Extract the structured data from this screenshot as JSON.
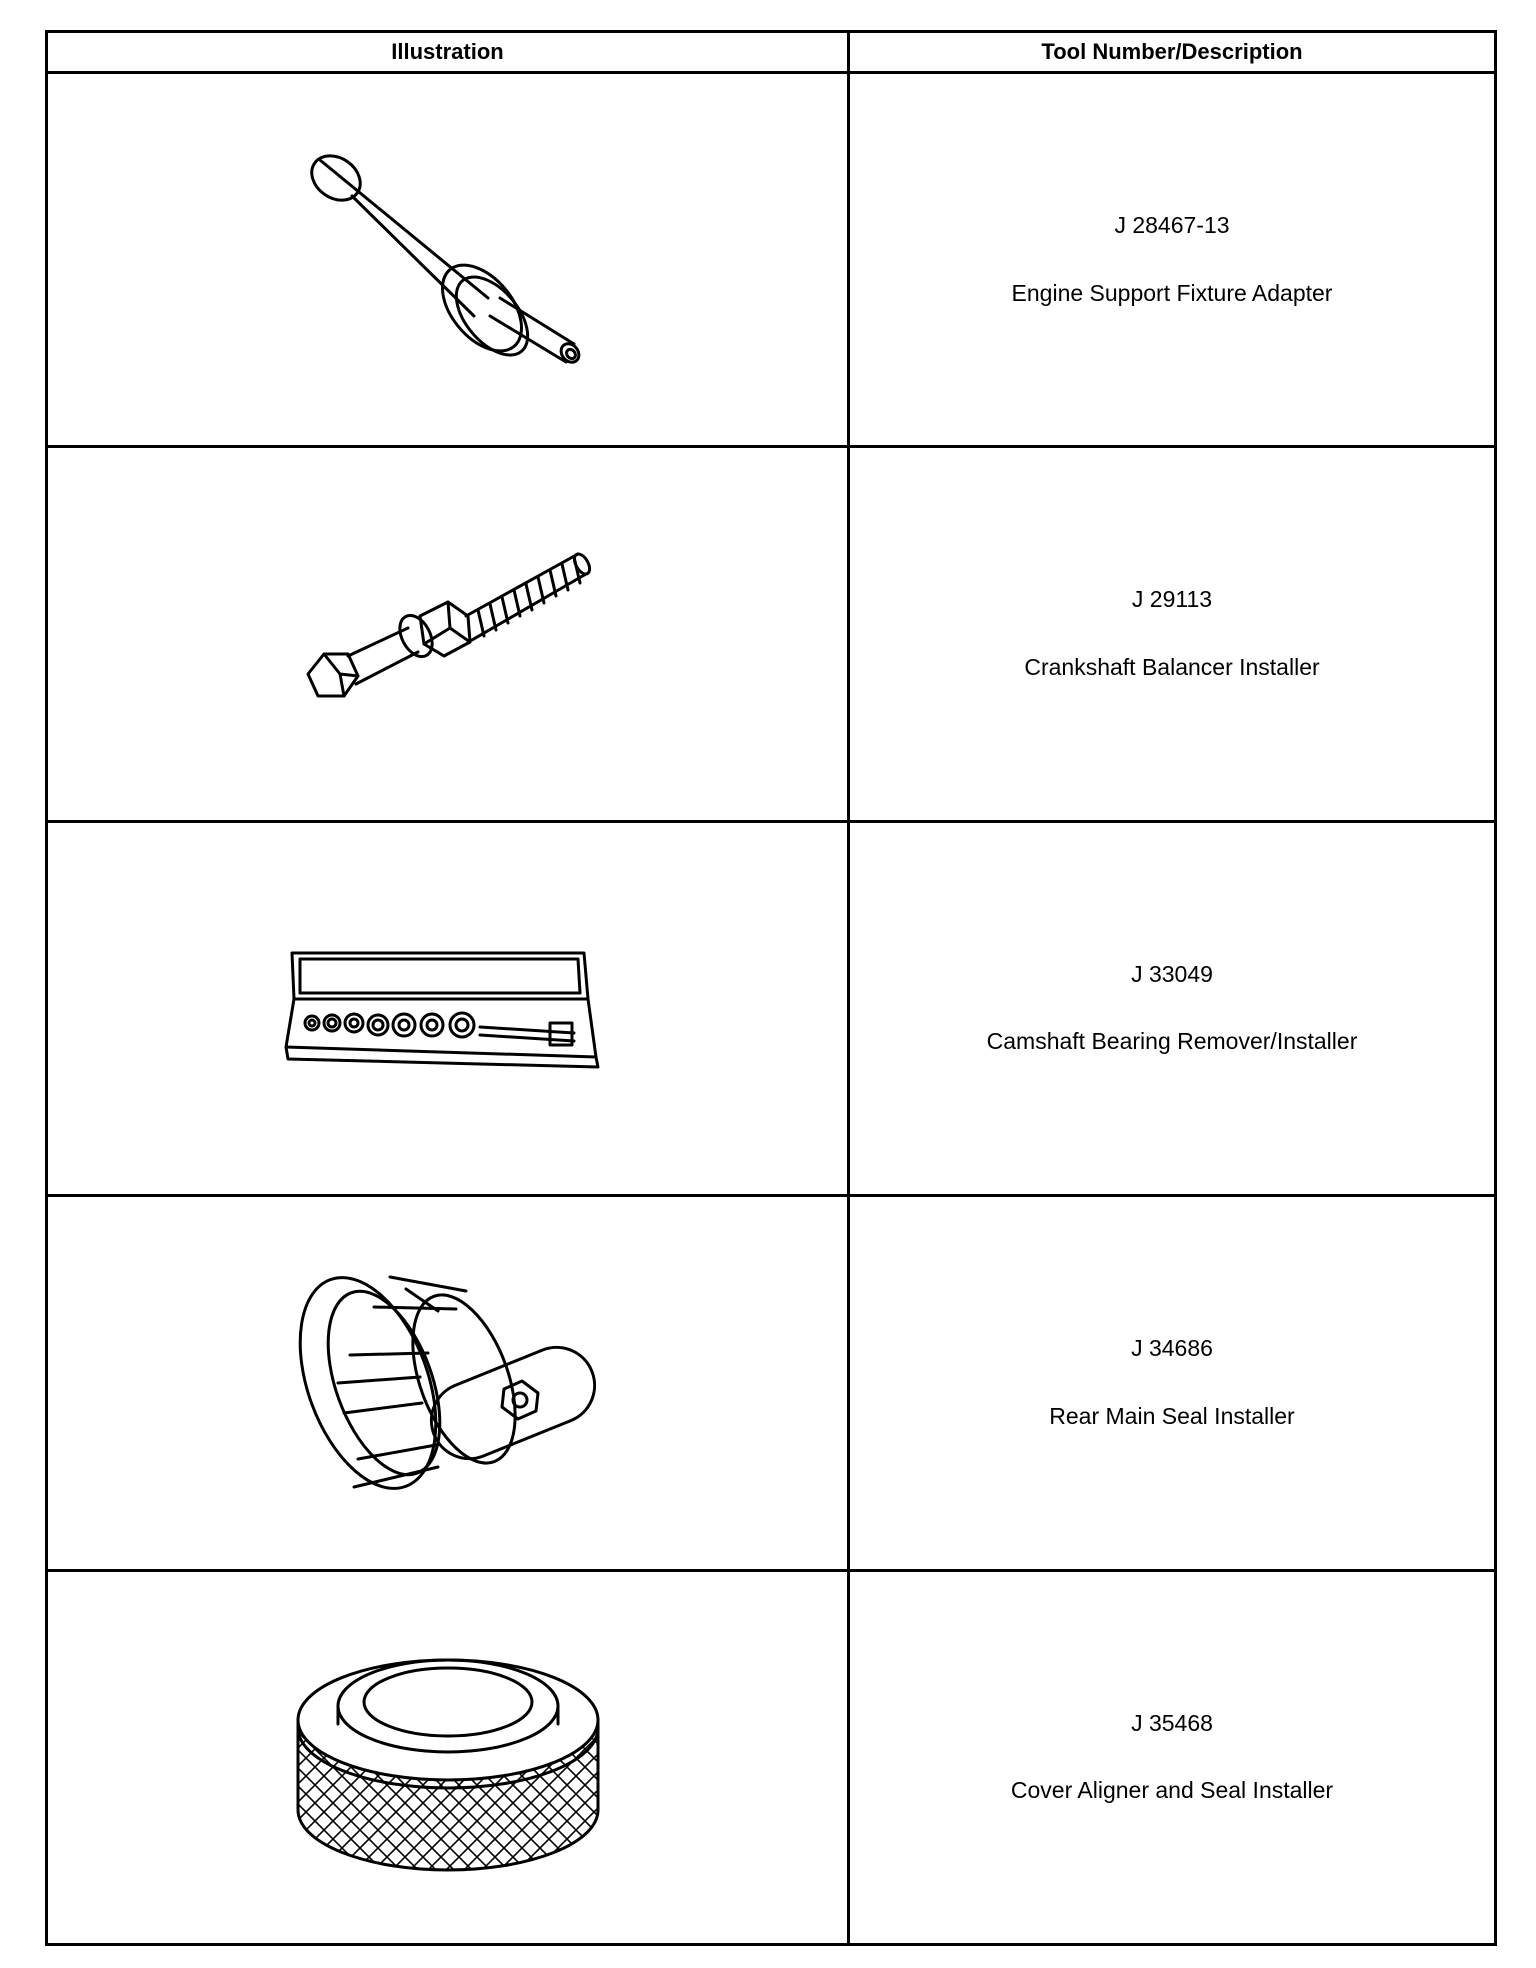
{
  "table": {
    "headers": [
      "Illustration",
      "Tool Number/Description"
    ],
    "rows": [
      {
        "icon": "engine-support-fixture-adapter-icon",
        "number": "J 28467-13",
        "description": "Engine Support Fixture Adapter"
      },
      {
        "icon": "crankshaft-balancer-installer-icon",
        "number": "J 29113",
        "description": "Crankshaft Balancer Installer"
      },
      {
        "icon": "camshaft-bearing-remover-installer-icon",
        "number": "J 33049",
        "description": "Camshaft Bearing Remover/Installer"
      },
      {
        "icon": "rear-main-seal-installer-icon",
        "number": "J 34686",
        "description": "Rear Main Seal Installer"
      },
      {
        "icon": "cover-aligner-seal-installer-icon",
        "number": "J 35468",
        "description": "Cover Aligner and Seal Installer"
      }
    ]
  }
}
